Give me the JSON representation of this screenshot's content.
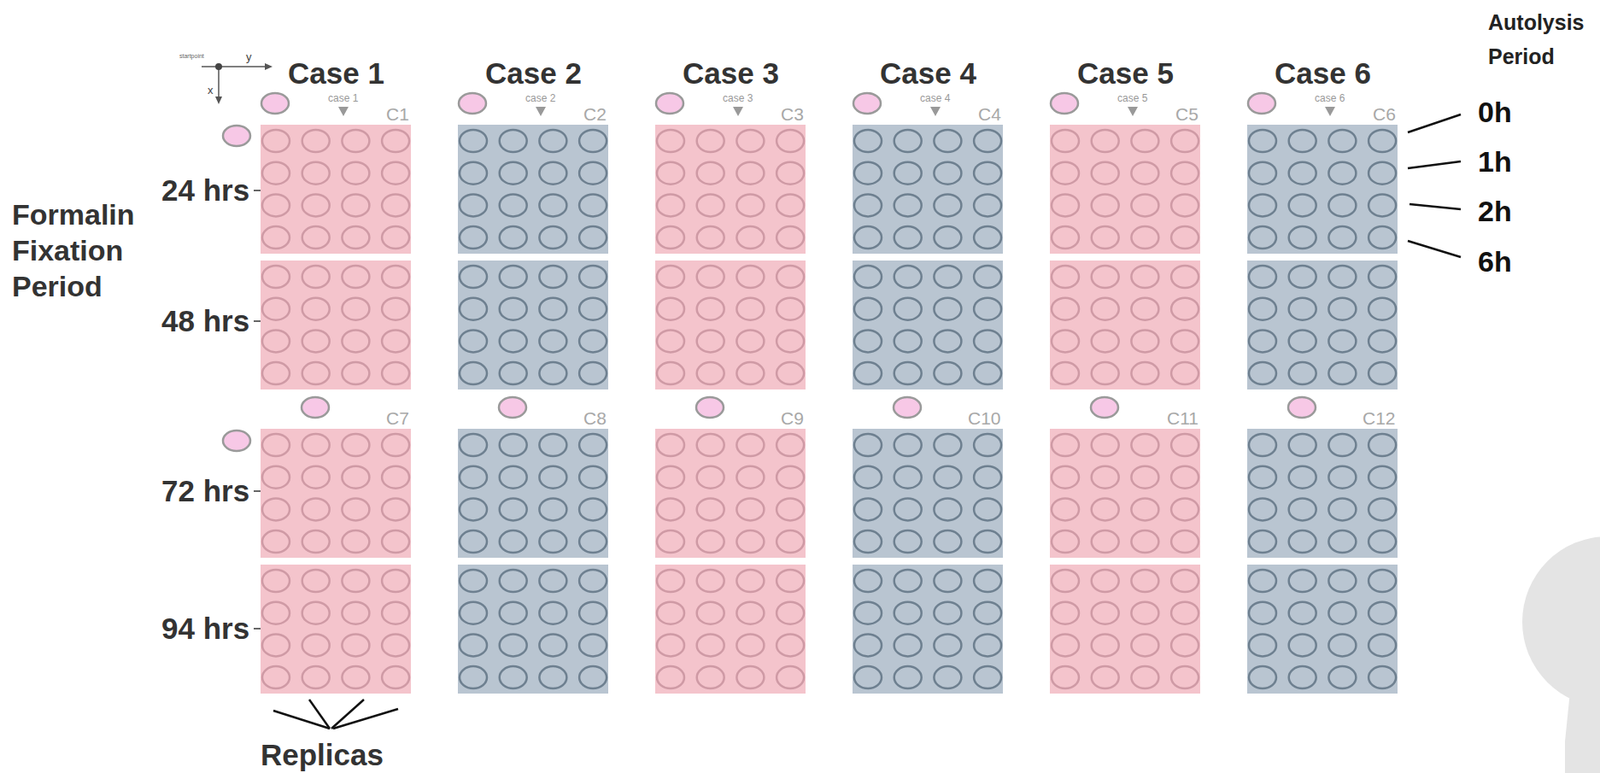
{
  "diagram": {
    "nodes": [
      {
        "text": [
          "case 1",
          "C1"
        ]
      },
      {
        "text": [
          "case 2",
          "C2"
        ]
      },
      {
        "text": [
          "case 3",
          "C3"
        ]
      },
      {
        "text": [
          "case 4",
          "C4"
        ]
      },
      {
        "text": [
          "case 5",
          "C5"
        ]
      },
      {
        "text": [
          "case 6",
          "C6"
        ]
      },
      {
        "text": [
          "C7"
        ]
      },
      {
        "text": [
          "C8"
        ]
      },
      {
        "text": [
          "C9"
        ]
      },
      {
        "text": [
          "C10"
        ]
      },
      {
        "text": [
          "C11"
        ]
      },
      {
        "text": [
          "C12"
        ]
      }
    ],
    "labels": [
      "Case 1",
      "Case 2",
      "Case 3",
      "Case 4",
      "Case 5",
      "Case 6",
      "startpoint",
      "y",
      "x",
      "Formalin Fixation Period",
      "24 hrs",
      "48 hrs",
      "72 hrs",
      "94 hrs",
      "Autolysis Period",
      "0h",
      "1h",
      "2h",
      "6h",
      "Replicas"
    ]
  }
}
